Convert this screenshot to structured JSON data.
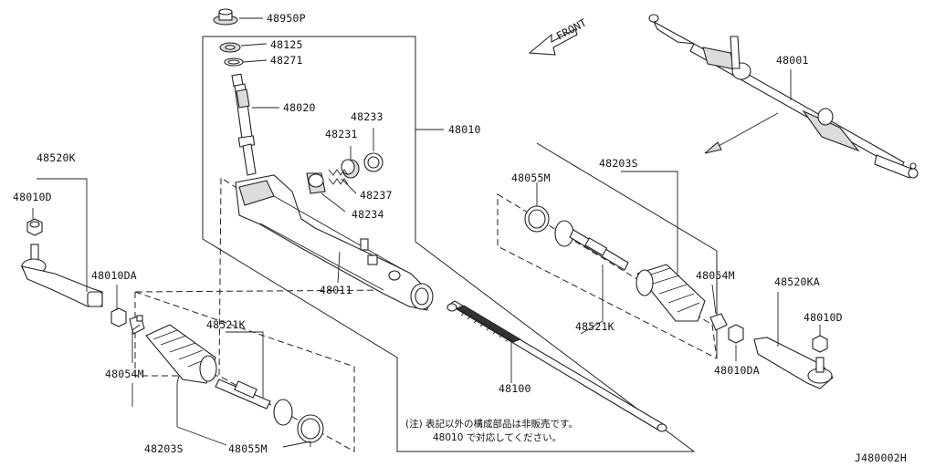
{
  "labels": {
    "p48950P": "48950P",
    "p48125": "48125",
    "p48271": "48271",
    "p48020": "48020",
    "p48233": "48233",
    "p48231": "48231",
    "p48237": "48237",
    "p48234": "48234",
    "p48010": "48010",
    "p48011": "48011",
    "p48100": "48100",
    "p48001": "48001",
    "front": "FRONT",
    "left_48520K": "48520K",
    "left_48010D": "48010D",
    "left_48010DA": "48010DA",
    "left_48521K": "48521K",
    "left_48054M": "48054M",
    "left_48203S": "48203S",
    "left_48055M": "48055M",
    "right_48055M": "48055M",
    "right_48203S": "48203S",
    "right_48054M": "48054M",
    "right_48521K": "48521K",
    "right_48520KA": "48520KA",
    "right_48010D": "48010D",
    "right_48010DA": "48010DA"
  },
  "note": {
    "line1": "(注) 表記以外の構成部品は非販売です。",
    "line2": "48010 で対応してください。"
  },
  "diagram_id": "J480002H"
}
